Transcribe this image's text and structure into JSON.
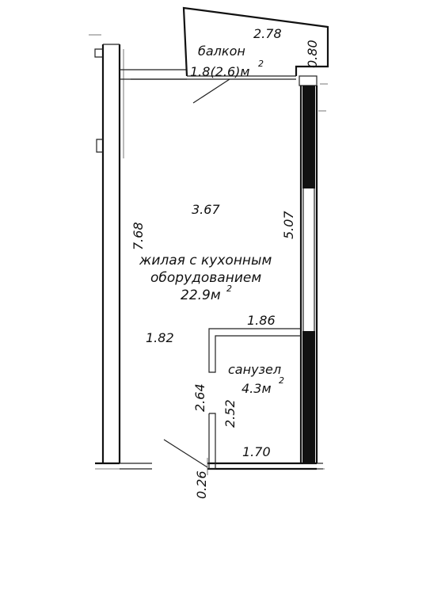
{
  "rooms": {
    "balcony": {
      "name": "балкон",
      "area": "1.8(2.6)м",
      "area_sup": "2"
    },
    "living": {
      "name_line1": "жилая с кухонным",
      "name_line2": "оборудованием",
      "area": "22.9м",
      "area_sup": "2"
    },
    "bathroom": {
      "name": "санузел",
      "area": "4.3м",
      "area_sup": "2"
    }
  },
  "dimensions": {
    "balcony_width": "2.78",
    "balcony_depth": "0.80",
    "living_width": "3.67",
    "living_length_left": "7.68",
    "living_length_right": "5.07",
    "living_lower_width": "1.82",
    "bath_top_width": "1.86",
    "bath_bottom_width": "1.70",
    "bath_height_outer": "2.64",
    "bath_height_inner": "2.52",
    "entry_wall": "0.26"
  }
}
